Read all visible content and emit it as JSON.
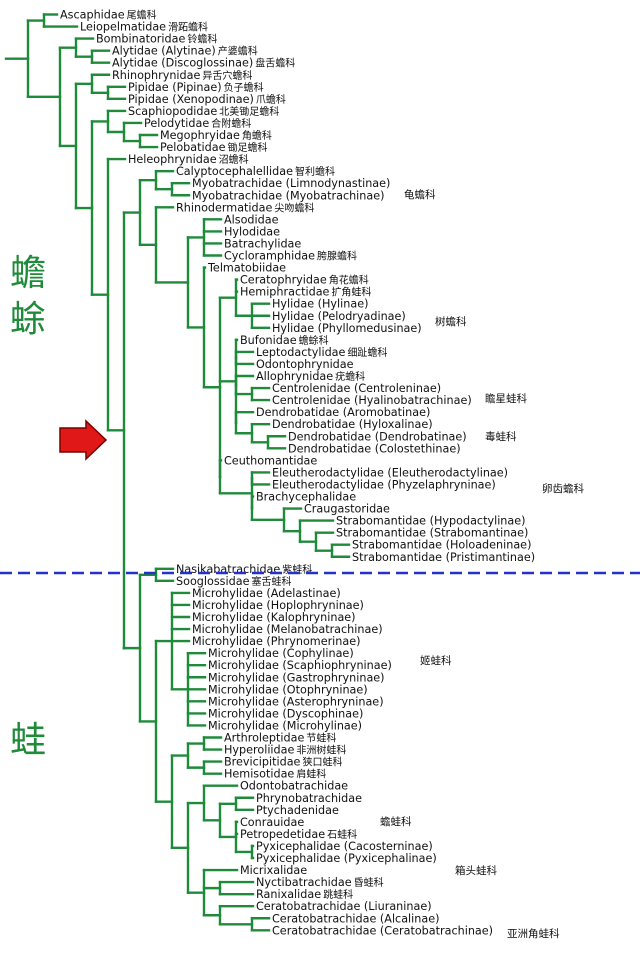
{
  "taxa": [
    {
      "name": "Ascaphidae",
      "zh": "尾蟾科"
    },
    {
      "name": "Leiopelmatidae",
      "zh": "滑跖蟾科"
    },
    {
      "name": "Bombinatoridae",
      "zh": "铃蟾科"
    },
    {
      "name": "Alytidae (Alytinae)",
      "zh": "产婆蟾科"
    },
    {
      "name": "Alytidae (Discoglossinae)",
      "zh": "盘舌蟾科"
    },
    {
      "name": "Rhinophrynidae",
      "zh": "异舌穴蟾科"
    },
    {
      "name": "Pipidae (Pipinae)",
      "zh": "负子蟾科"
    },
    {
      "name": "Pipidae (Xenopodinae)",
      "zh": "爪蟾科"
    },
    {
      "name": "Scaphiopodidae",
      "zh": "北美锄足蟾科"
    },
    {
      "name": "Pelodytidae",
      "zh": "合附蟾科"
    },
    {
      "name": "Megophryidae",
      "zh": "角蟾科"
    },
    {
      "name": "Pelobatidae",
      "zh": "锄足蟾科"
    },
    {
      "name": "Heleophrynidae",
      "zh": "沼蟾科"
    },
    {
      "name": "Calyptocephalellidae",
      "zh": "智利蟾科"
    },
    {
      "name": "Myobatrachidae (Limnodynastinae)",
      "zh": ""
    },
    {
      "name": "Myobatrachidae (Myobatrachinae)",
      "zh": ""
    },
    {
      "name": "Rhinodermatidae",
      "zh": "尖吻蟾科"
    },
    {
      "name": "Alsodidae",
      "zh": ""
    },
    {
      "name": "Hylodidae",
      "zh": ""
    },
    {
      "name": "Batrachylidae",
      "zh": ""
    },
    {
      "name": "Cycloramphidae",
      "zh": "胯腺蟾科"
    },
    {
      "name": "Telmatobiidae",
      "zh": ""
    },
    {
      "name": "Ceratophryidae",
      "zh": "角花蟾科"
    },
    {
      "name": "Hemiphractidae",
      "zh": "扩角蛙科"
    },
    {
      "name": "Hylidae (Hylinae)",
      "zh": ""
    },
    {
      "name": "Hylidae (Pelodryadinae)",
      "zh": ""
    },
    {
      "name": "Hylidae (Phyllomedusinae)",
      "zh": ""
    },
    {
      "name": "Bufonidae",
      "zh": "蟾蜍科"
    },
    {
      "name": "Leptodactylidae",
      "zh": "细趾蟾科"
    },
    {
      "name": "Odontophrynidae",
      "zh": ""
    },
    {
      "name": "Allophrynidae",
      "zh": "疣蟾科"
    },
    {
      "name": "Centrolenidae (Centroleninae)",
      "zh": ""
    },
    {
      "name": "Centrolenidae (Hyalinobatrachinae)",
      "zh": ""
    },
    {
      "name": "Dendrobatidae (Aromobatinae)",
      "zh": ""
    },
    {
      "name": "Dendrobatidae (Hyloxalinae)",
      "zh": ""
    },
    {
      "name": "Dendrobatidae (Dendrobatinae)",
      "zh": ""
    },
    {
      "name": "Dendrobatidae (Colostethinae)",
      "zh": ""
    },
    {
      "name": "Ceuthomantidae",
      "zh": ""
    },
    {
      "name": "Eleutherodactylidae (Eleutherodactylinae)",
      "zh": ""
    },
    {
      "name": "Eleutherodactylidae (Phyzelaphryninae)",
      "zh": ""
    },
    {
      "name": "Brachycephalidae",
      "zh": ""
    },
    {
      "name": "Craugastoridae",
      "zh": ""
    },
    {
      "name": "Strabomantidae (Hypodactylinae)",
      "zh": ""
    },
    {
      "name": "Strabomantidae (Strabomantinae)",
      "zh": ""
    },
    {
      "name": "Strabomantidae (Holoadeninae)",
      "zh": ""
    },
    {
      "name": "Strabomantidae (Pristimantinae)",
      "zh": ""
    },
    {
      "name": "Nasikabatrachidae",
      "zh": "紫蛙科"
    },
    {
      "name": "Sooglossidae",
      "zh": "塞舌蛙科"
    },
    {
      "name": "Microhylidae (Adelastinae)",
      "zh": ""
    },
    {
      "name": "Microhylidae (Hoplophryninae)",
      "zh": ""
    },
    {
      "name": "Microhylidae (Kalophryninae)",
      "zh": ""
    },
    {
      "name": "Microhylidae (Melanobatrachinae)",
      "zh": ""
    },
    {
      "name": "Microhylidae (Phrynomerinae)",
      "zh": ""
    },
    {
      "name": "Microhylidae (Cophylinae)",
      "zh": ""
    },
    {
      "name": "Microhylidae (Scaphiophryninae)",
      "zh": ""
    },
    {
      "name": "Microhylidae (Gastrophryninae)",
      "zh": ""
    },
    {
      "name": "Microhylidae (Otophryninae)",
      "zh": ""
    },
    {
      "name": "Microhylidae (Asterophryninae)",
      "zh": ""
    },
    {
      "name": "Microhylidae (Dyscophinae)",
      "zh": ""
    },
    {
      "name": "Microhylidae (Microhylinae)",
      "zh": ""
    },
    {
      "name": "Arthroleptidae",
      "zh": "节蛙科"
    },
    {
      "name": "Hyperoliidae",
      "zh": "非洲树蛙科"
    },
    {
      "name": "Brevicipitidae",
      "zh": "狭口蛙科"
    },
    {
      "name": "Hemisotidae",
      "zh": "肩蛙科"
    },
    {
      "name": "Odontobatrachidae",
      "zh": ""
    },
    {
      "name": "Phrynobatrachidae",
      "zh": ""
    },
    {
      "name": "Ptychadenidae",
      "zh": ""
    },
    {
      "name": "Conrauidae",
      "zh": ""
    },
    {
      "name": "Petropedetidae",
      "zh": "石蛙科"
    },
    {
      "name": "Pyxicephalidae (Cacosterninae)",
      "zh": ""
    },
    {
      "name": "Pyxicephalidae (Pyxicephalinae)",
      "zh": ""
    },
    {
      "name": "Micrixalidae",
      "zh": ""
    },
    {
      "name": "Nyctibatrachidae",
      "zh": "昏蛙科"
    },
    {
      "name": "Ranixalidae",
      "zh": "跳蛙科"
    },
    {
      "name": "Ceratobatrachidae (Liuraninae)",
      "zh": ""
    },
    {
      "name": "Ceratobatrachidae (Alcalinae)",
      "zh": ""
    },
    {
      "name": "Ceratobatrachidae (Ceratobatrachinae)",
      "zh": ""
    }
  ],
  "group_labels": [
    "龟蟾科",
    "树蟾科",
    "瞻星蛙科",
    "毒蛙科",
    "卵齿蟾科",
    "姬蛙科",
    "蟾蛙科",
    "箱头蛙科",
    "亚洲角蛙科"
  ],
  "side_labels": {
    "toads_1": "蟾",
    "toads_2": "蜍",
    "frogs": "蛙"
  },
  "colors": {
    "branch": "#1f8a3a",
    "side_text": "#1f8a3a",
    "divider": "#2233cc",
    "arrow_fill": "#e01818",
    "arrow_stroke": "#7a0000",
    "label": "#111111"
  }
}
